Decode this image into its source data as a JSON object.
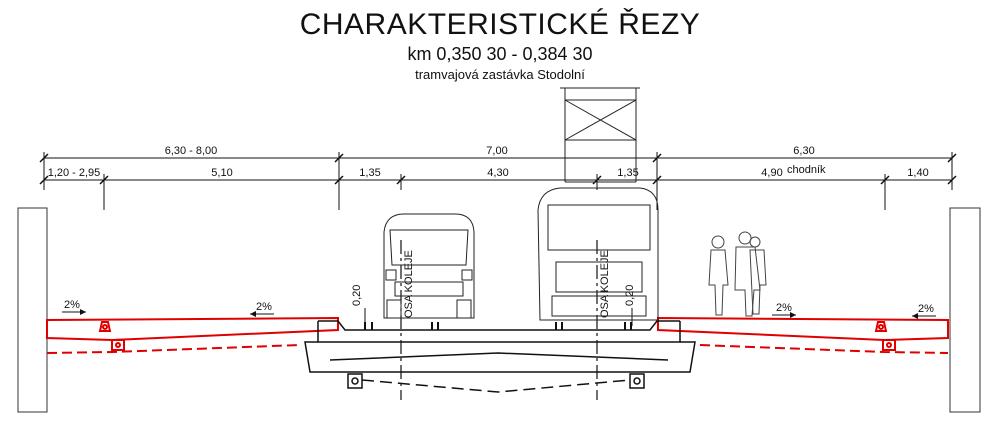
{
  "header": {
    "title": "CHARAKTERISTICKÉ ŘEZY",
    "subtitle": "km 0,350 30 - 0,384 30",
    "caption": "tramvajová zastávka Stodolní"
  },
  "dimensions": {
    "top": [
      "6,30 - 8,00",
      "7,00",
      "6,30"
    ],
    "sub": [
      "1,20 - 2,95",
      "5,10",
      "1,35",
      "4,30",
      "1,35",
      "4,90",
      "1,40"
    ],
    "sidewalk_label": "chodník"
  },
  "slopes": [
    "2%",
    "2%",
    "2%",
    "2%"
  ],
  "track_axis_label": "OSA KOLEJE",
  "rail_height": "0,20",
  "colors": {
    "pavement": "#e00000",
    "ink": "#111111"
  }
}
